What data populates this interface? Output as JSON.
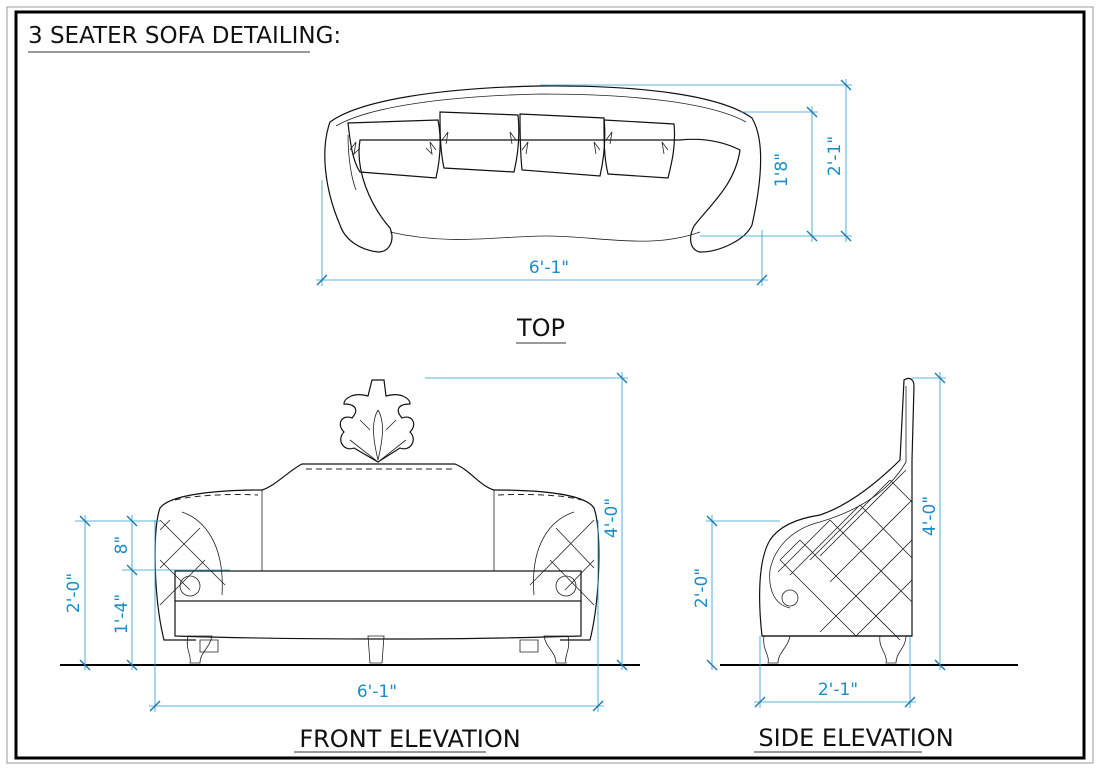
{
  "title": "3 SEATER SOFA DETAILING:",
  "views": {
    "top": {
      "label": "TOP",
      "width_dim": "6'-1\"",
      "seat_depth_dim": "1'8\"",
      "overall_depth_dim": "2'-1\""
    },
    "front": {
      "label": "FRONT ELEVATION",
      "arm_height_dim": "2'-0\"",
      "arm_above_seat_dim": "8\"",
      "seat_height_dim": "1'-4\"",
      "overall_height_dim": "4'-0\"",
      "width_dim": "6'-1\""
    },
    "side": {
      "label": "SIDE ELEVATION",
      "arm_height_dim": "2'-0\"",
      "overall_height_dim": "4'-0\"",
      "depth_dim": "2'-1\""
    }
  },
  "colors": {
    "dimension": "#1a8cc7",
    "line": "#111111"
  }
}
